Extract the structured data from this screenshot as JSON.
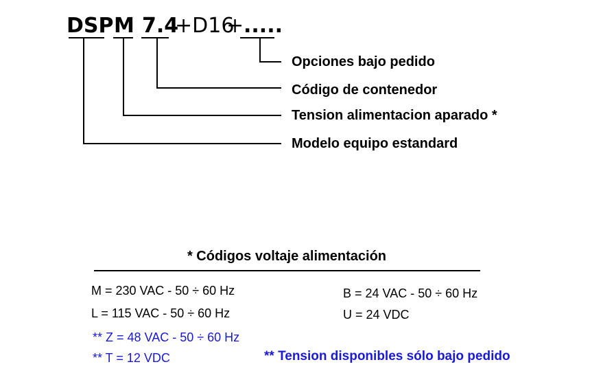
{
  "model_code": {
    "part_dsp": "DSP",
    "part_m": "M",
    "part_74": "7.4",
    "part_d16": "+D16",
    "part_plus": "+",
    "part_dots": "....."
  },
  "callouts": {
    "options": "Opciones bajo pedido",
    "container": "Código de contenedor",
    "voltage": "Tension alimentacion aparado *",
    "model": "Modelo equipo estandard"
  },
  "voltage_table": {
    "title": "* Códigos voltaje alimentación",
    "left": [
      "M = 230 VAC - 50 ÷ 60 Hz",
      "L = 115 VAC - 50 ÷ 60 Hz"
    ],
    "right": [
      "B = 24 VAC - 50 ÷ 60 Hz",
      "U = 24 VDC"
    ],
    "on_request": [
      "** Z = 48 VAC - 50 ÷ 60 Hz",
      "** T = 12 VDC"
    ],
    "note": "** Tension disponibles sólo bajo pedido",
    "note_color": "#1a1ad6"
  }
}
